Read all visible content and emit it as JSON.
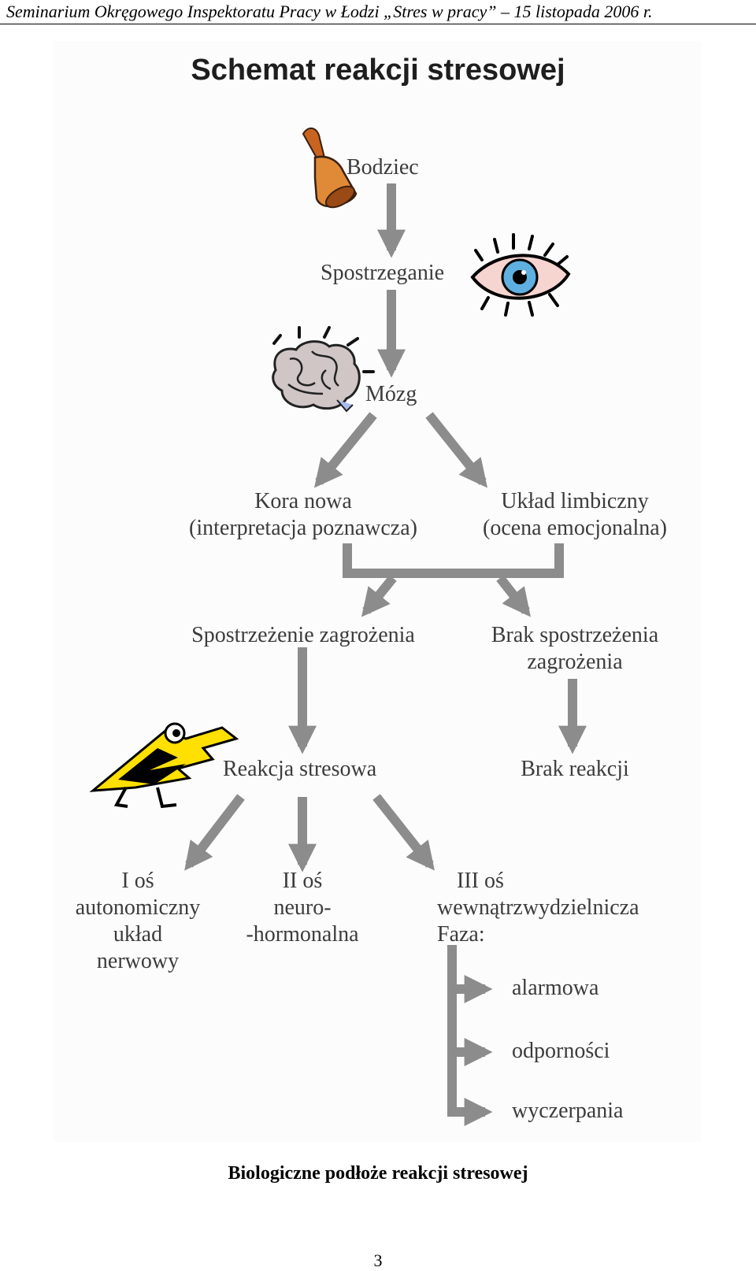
{
  "header": "Seminarium Okręgowego Inspektoratu Pracy w Łodzi „Stres w pracy” – 15 listopada 2006 r.",
  "title": "Schemat reakcji stresowej",
  "nodes": {
    "bodziec": "Bodziec",
    "spostrzeganie": "Spostrzeganie",
    "mozg": "Mózg",
    "kora_line1": "Kora nowa",
    "kora_line2": "(interpretacja poznawcza)",
    "limbiczny_line1": "Układ limbiczny",
    "limbiczny_line2": "(ocena emocjonalna)",
    "zagrozenie": "Spostrzeżenie zagrożenia",
    "brak_line1": "Brak spostrzeżenia",
    "brak_line2": "zagrożenia",
    "reakcja": "Reakcja stresowa",
    "brak_reakcji": "Brak reakcji",
    "os1_line1": "I oś",
    "os1_line2": "autonomiczny",
    "os1_line3": "układ",
    "os1_line4": "nerwowy",
    "os2_line1": "II oś",
    "os2_line2": "neuro-",
    "os2_line3": "-hormonalna",
    "os3_line1": "III oś",
    "os3_line2": "wewnątrzwydzielnicza",
    "os3_line3": "Faza:",
    "faza1": "alarmowa",
    "faza2": "odporności",
    "faza3": "wyczerpania"
  },
  "icons": [
    "bell-icon",
    "eye-icon",
    "brain-icon",
    "lightning-bird-icon"
  ],
  "colors": {
    "arrow": "#8c8c8c",
    "text": "#3c3c3c",
    "bell": "#d9782d",
    "iris": "#5fb0e0",
    "lightning": "#ffe000"
  },
  "caption": "Biologiczne podłoże reakcji stresowej",
  "page_number": "3"
}
